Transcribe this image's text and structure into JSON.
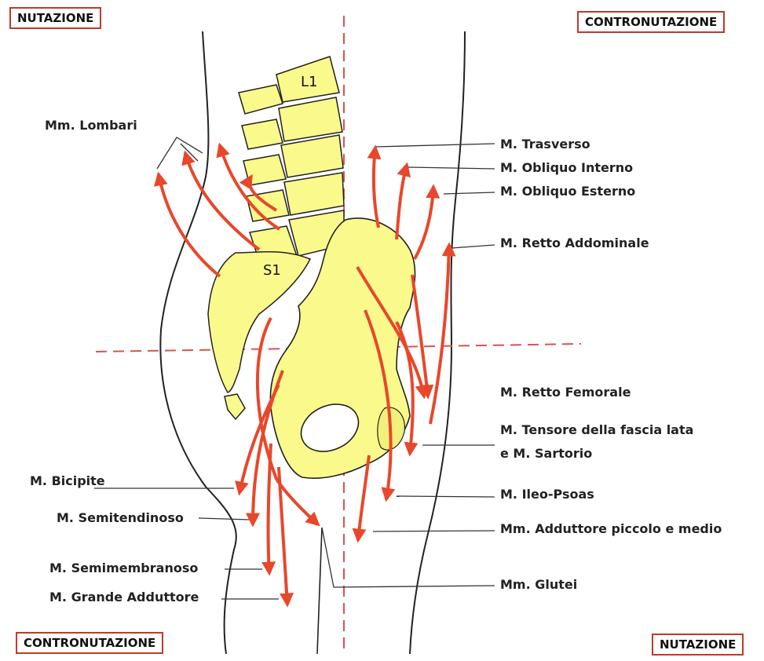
{
  "corners": {
    "top_left": "NUTAZIONE",
    "top_right": "CONTRONUTAZIONE",
    "bottom_left": "CONTRONUTAZIONE",
    "bottom_right": "NUTAZIONE"
  },
  "vertebra_labels": {
    "l1": "L1",
    "s1": "S1"
  },
  "labels_left": [
    "Mm. Lombari",
    "M. Bicipite",
    "M. Semitendinoso",
    "M. Semimembranoso",
    "M. Grande Adduttore"
  ],
  "labels_right": [
    "M. Trasverso",
    "M. Obliquo Interno",
    "M. Obliquo Esterno",
    "M. Retto Addominale",
    "M. Retto Femorale",
    "M. Tensore della fascia lata",
    "e M. Sartorio",
    "M. Ileo-Psoas",
    "Mm. Adduttore piccolo e medio",
    "Mm. Glutei"
  ],
  "colors": {
    "arrow": "#e8472b",
    "bone": "#fafa8c",
    "outline": "#222222",
    "axis": "#d9534f",
    "box_border": "#c0392b"
  }
}
